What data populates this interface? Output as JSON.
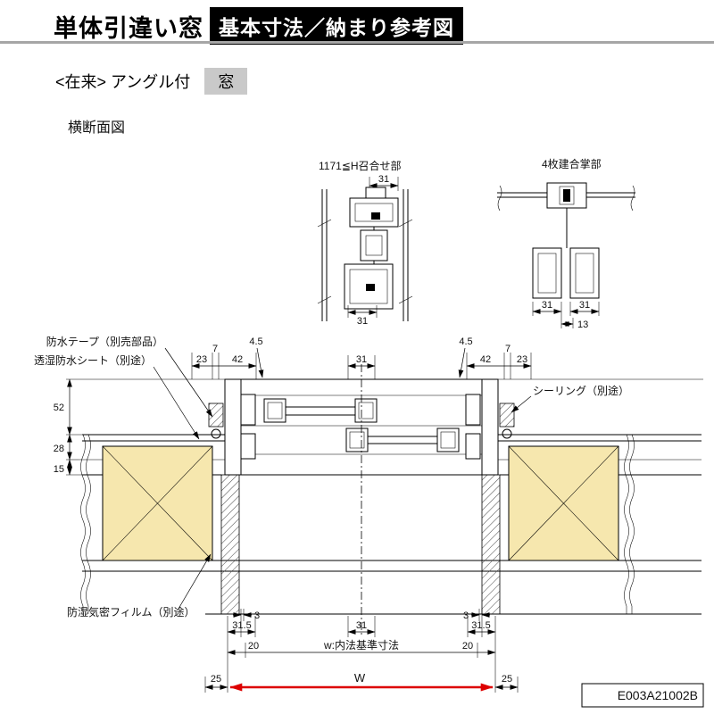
{
  "header": {
    "title_main": "単体引違い窓",
    "title_sub": "基本寸法／納まり参考図",
    "subtitle": "<在来> アングル付",
    "badge": "窓"
  },
  "section_title": "横断面図",
  "details": {
    "left": {
      "title": "1171≦H召合せ部",
      "dim_top": "31",
      "dim_bottom": "31"
    },
    "right": {
      "title": "4枚建合掌部",
      "dim_left": "31",
      "dim_right": "31",
      "dim_overlap": "13"
    }
  },
  "callouts": {
    "tape": "防水テープ（別売部品）",
    "sheet": "透湿防水シート（別途）",
    "sealing": "シーリング（別途）",
    "film": "防湿気密フィルム（別途）"
  },
  "dims": {
    "top": {
      "l45": "4.5",
      "l23": "23",
      "l7": "7",
      "l42": "42",
      "c31": "31",
      "r42": "42",
      "r7": "7",
      "r23": "23",
      "r45": "4.5"
    },
    "left": {
      "d52": "52",
      "d28": "28",
      "d15": "15"
    },
    "bottom": {
      "l3": "3",
      "l315": "31.5",
      "c31": "31",
      "r3": "3",
      "r315": "31.5",
      "l20": "20",
      "w_inner": "w:内法基準寸法",
      "r20": "20",
      "l25": "25",
      "W": "W",
      "r25": "25"
    }
  },
  "footer": {
    "code": "E003A21002B"
  },
  "colors": {
    "accent_red": "#dd0000",
    "wall_fill": "#f6e7ae",
    "badge_bg": "#c9c9c9",
    "title_bar": "#000000",
    "divider": "#a6a6a6"
  }
}
